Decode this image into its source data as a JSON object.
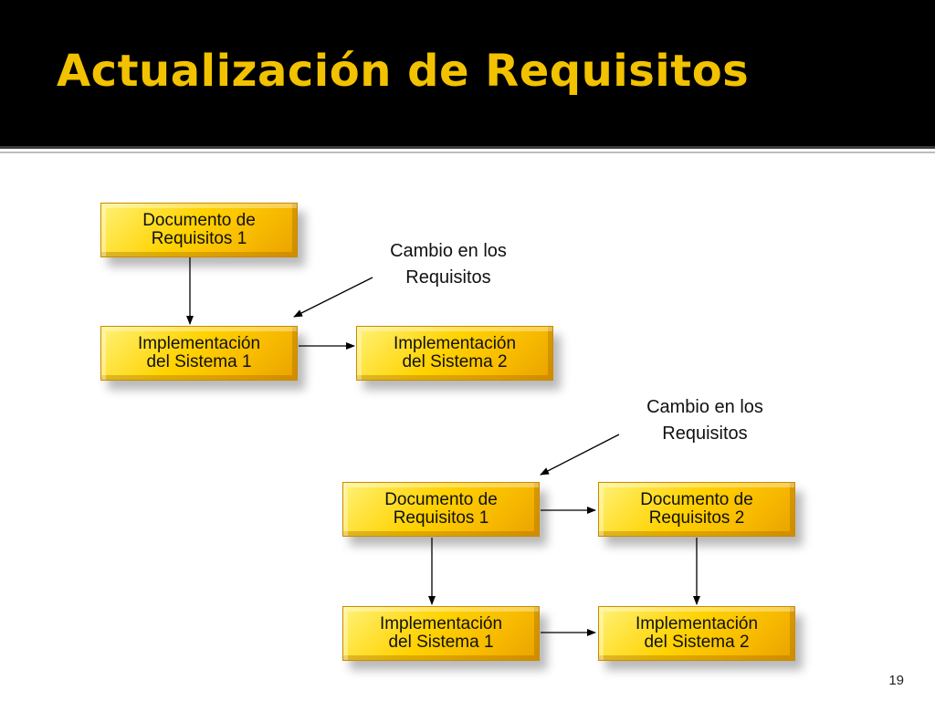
{
  "slide": {
    "title": "Actualización de Requisitos",
    "page_number": "19"
  },
  "diagram1": {
    "doc1": {
      "line1": "Documento de",
      "line2": "Requisitos 1"
    },
    "impl1": {
      "line1": "Implementación",
      "line2": "del Sistema 1"
    },
    "impl2": {
      "line1": "Implementación",
      "line2": "del Sistema 2"
    },
    "callout": {
      "line1": "Cambio en los",
      "line2": "Requisitos"
    }
  },
  "diagram2": {
    "doc1": {
      "line1": "Documento de",
      "line2": "Requisitos 1"
    },
    "doc2": {
      "line1": "Documento de",
      "line2": "Requisitos 2"
    },
    "impl1": {
      "line1": "Implementación",
      "line2": "del Sistema 1"
    },
    "impl2": {
      "line1": "Implementación",
      "line2": "del Sistema 2"
    },
    "callout": {
      "line1": "Cambio en los",
      "line2": "Requisitos"
    }
  },
  "colors": {
    "title": "#f2c200",
    "title_band": "#000000",
    "box_fill": "#ffd200",
    "box_border": "#c98a00"
  }
}
